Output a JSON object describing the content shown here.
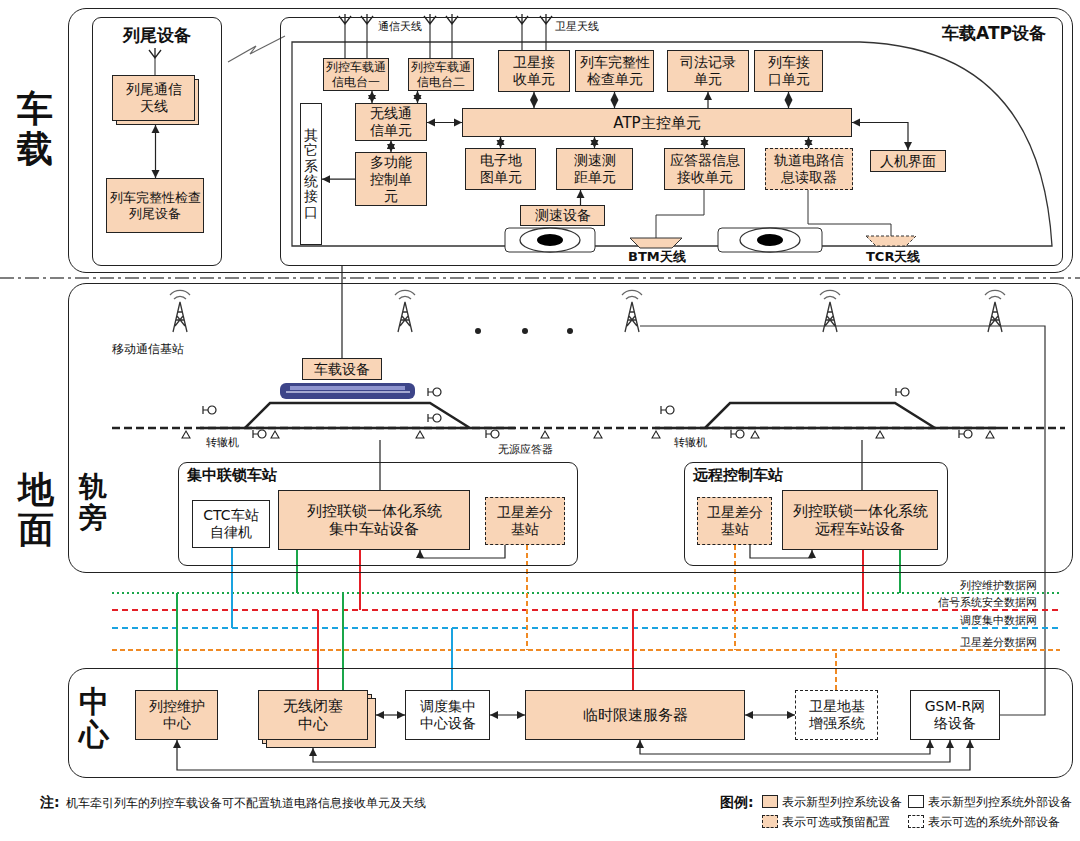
{
  "diagram": {
    "nodes": [
      {
        "text": [
          "车载"
        ]
      },
      {
        "text": [
          "列尾设备"
        ],
        "in": 0
      },
      {
        "text": [
          "列尾通信天线"
        ],
        "in": 1
      },
      {
        "text": [
          "列车完整性检查列尾设备"
        ],
        "in": 1
      },
      {
        "text": [
          "车载ATP设备"
        ],
        "in": 0
      },
      {
        "text": [
          "列控车载通信电台一"
        ],
        "in": 4
      },
      {
        "text": [
          "列控车载通信电台二"
        ],
        "in": 4
      },
      {
        "text": [
          "卫星接收单元"
        ],
        "in": 4
      },
      {
        "text": [
          "列车完整性检查单元"
        ],
        "in": 4
      },
      {
        "text": [
          "司法记录单元"
        ],
        "in": 4
      },
      {
        "text": [
          "列车接口单元"
        ],
        "in": 4
      },
      {
        "text": [
          "其它系统接口"
        ],
        "in": 4
      },
      {
        "text": [
          "无线通信单元"
        ],
        "in": 4
      },
      {
        "text": [
          "ATP主控单元"
        ],
        "in": 4
      },
      {
        "text": [
          "多功能控制单元"
        ],
        "in": 4
      },
      {
        "text": [
          "电子地图单元"
        ],
        "in": 4
      },
      {
        "text": [
          "测速测距单元"
        ],
        "in": 4
      },
      {
        "text": [
          "应答器信息接收单元"
        ],
        "in": 4
      },
      {
        "text": [
          "轨道电路信息读取器"
        ],
        "in": 4
      },
      {
        "text": [
          "人机界面"
        ],
        "in": 4
      },
      {
        "text": [
          "测速设备"
        ],
        "in": 4
      },
      {
        "text": [
          "轨旁"
        ]
      },
      {
        "text": [
          "车载设备"
        ],
        "in": 21
      },
      {
        "text": [
          "集中联锁车站"
        ],
        "in": 21
      },
      {
        "text": [
          "CTC车站自律机"
        ],
        "in": 23
      },
      {
        "text": [
          "列控联锁一体化系统集中车站设备"
        ],
        "in": 23
      },
      {
        "text": [
          "卫星差分基站"
        ],
        "in": 23
      },
      {
        "text": [
          "远程控制车站"
        ],
        "in": 21
      },
      {
        "text": [
          "卫星差分基站"
        ],
        "in": 27
      },
      {
        "text": [
          "列控联锁一体化系统远程车站设备"
        ],
        "in": 27
      },
      {
        "text": [
          "中心"
        ]
      },
      {
        "text": [
          "列控维护中心"
        ],
        "in": 30
      },
      {
        "text": [
          "无线闭塞中心"
        ],
        "in": 30
      },
      {
        "text": [
          "调度集中中心设备"
        ],
        "in": 30
      },
      {
        "text": [
          "临时限速服务器"
        ],
        "in": 30
      },
      {
        "text": [
          "卫星地基增强系统"
        ],
        "in": 30
      },
      {
        "text": [
          "GSM-R网络设备"
        ],
        "in": 30
      }
    ],
    "edges": [
      {
        "from": 2,
        "to": 3,
        "arrow": "both"
      },
      {
        "from": 5,
        "to": 12,
        "arrow": "both"
      },
      {
        "from": 6,
        "to": 12,
        "arrow": "both"
      },
      {
        "from": 7,
        "to": 13,
        "arrow": "both"
      },
      {
        "from": 8,
        "to": 13,
        "arrow": "both"
      },
      {
        "from": 13,
        "to": 9,
        "arrow": "to"
      },
      {
        "from": 10,
        "to": 13,
        "arrow": "both"
      },
      {
        "from": 12,
        "to": 13,
        "arrow": "both"
      },
      {
        "from": 12,
        "to": 14,
        "arrow": "both"
      },
      {
        "from": 14,
        "to": 11,
        "arrow": "to"
      },
      {
        "from": 13,
        "to": 15,
        "arrow": "both"
      },
      {
        "from": 13,
        "to": 16,
        "arrow": "both"
      },
      {
        "from": 13,
        "to": 17,
        "arrow": "both"
      },
      {
        "from": 13,
        "to": 18,
        "arrow": "both"
      },
      {
        "from": 19,
        "to": 13,
        "arrow": "both"
      },
      {
        "from": 20,
        "to": 16,
        "arrow": "to"
      },
      {
        "from": 22,
        "to": 4,
        "arrow": "none"
      },
      {
        "from": 26,
        "to": 25,
        "arrow": "to"
      },
      {
        "from": 28,
        "to": 29,
        "arrow": "to"
      },
      {
        "from": 32,
        "to": 33,
        "arrow": "both"
      },
      {
        "from": 33,
        "to": 34,
        "arrow": "both"
      },
      {
        "from": 34,
        "to": 35,
        "arrow": "both"
      },
      {
        "from": 31,
        "to": 36,
        "arrow": "both"
      },
      {
        "from": 32,
        "to": 36,
        "arrow": "both"
      },
      {
        "from": 34,
        "to": 36,
        "arrow": "both"
      }
    ],
    "labels": [
      "地面",
      "通信天线",
      "卫星天线",
      "BTM天线",
      "TCR天线",
      "移动通信基站",
      "转辙机",
      "无源应答器",
      "转辙机",
      "列控维护数据网",
      "信号系统安全数据网",
      "调度集中数据网",
      "卫星差分数据网",
      "注:",
      "机车牵引列车的列控车载设备可不配置轨道电路信息接收单元及天线",
      "图例:"
    ],
    "legend": [
      {
        "text": "表示新型列控系统设备",
        "color": "#f9d5b7"
      },
      {
        "text": "表示新型列控系统外部设备",
        "color": "#ffffff"
      },
      {
        "text": "表示可选或预留配置",
        "color": "#f9d5b7"
      },
      {
        "text": "表示可选的系统外部设备",
        "color": "#ffffff"
      }
    ]
  }
}
